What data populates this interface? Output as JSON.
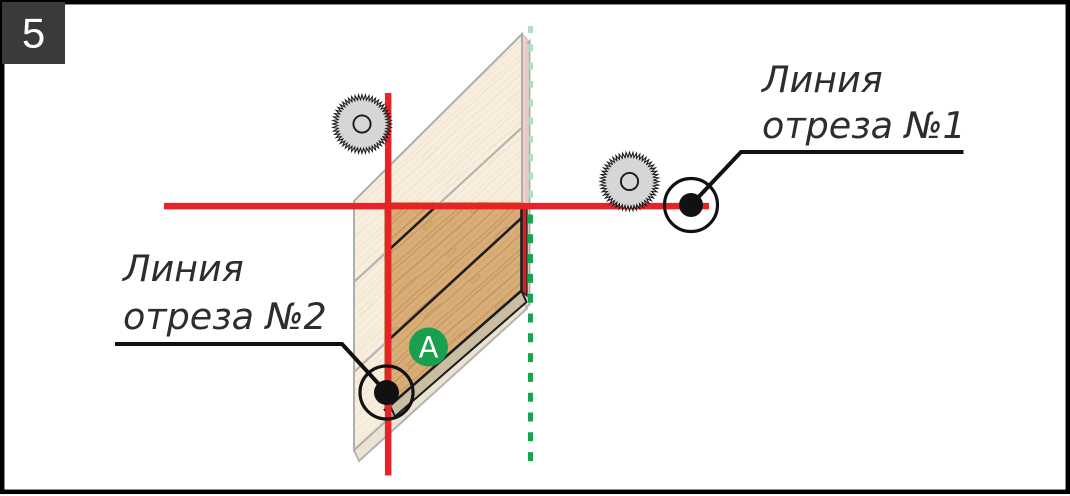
{
  "step_badge": {
    "number": "5"
  },
  "labels": {
    "cut_line_1": {
      "line1": "Линия",
      "line2": "отреза №1"
    },
    "cut_line_2": {
      "line1": "Линия",
      "line2": "отреза №2"
    }
  },
  "panel_marker": {
    "letter": "A"
  },
  "icons": [
    "circular-saw-blade-icon",
    "circular-saw-blade-icon"
  ],
  "colors": {
    "cut_line_red": "#e62329",
    "panel_edge_red": "#d2232a",
    "guide_green": "#16a44d",
    "marker_green": "#18a04f",
    "wood": "#d9ad76",
    "wood_side": "#c9bda2",
    "ghost_wood": "#f8eedd",
    "step_box": "#3a3a3c",
    "frame": "#000000",
    "text": "#2d2d2d"
  }
}
